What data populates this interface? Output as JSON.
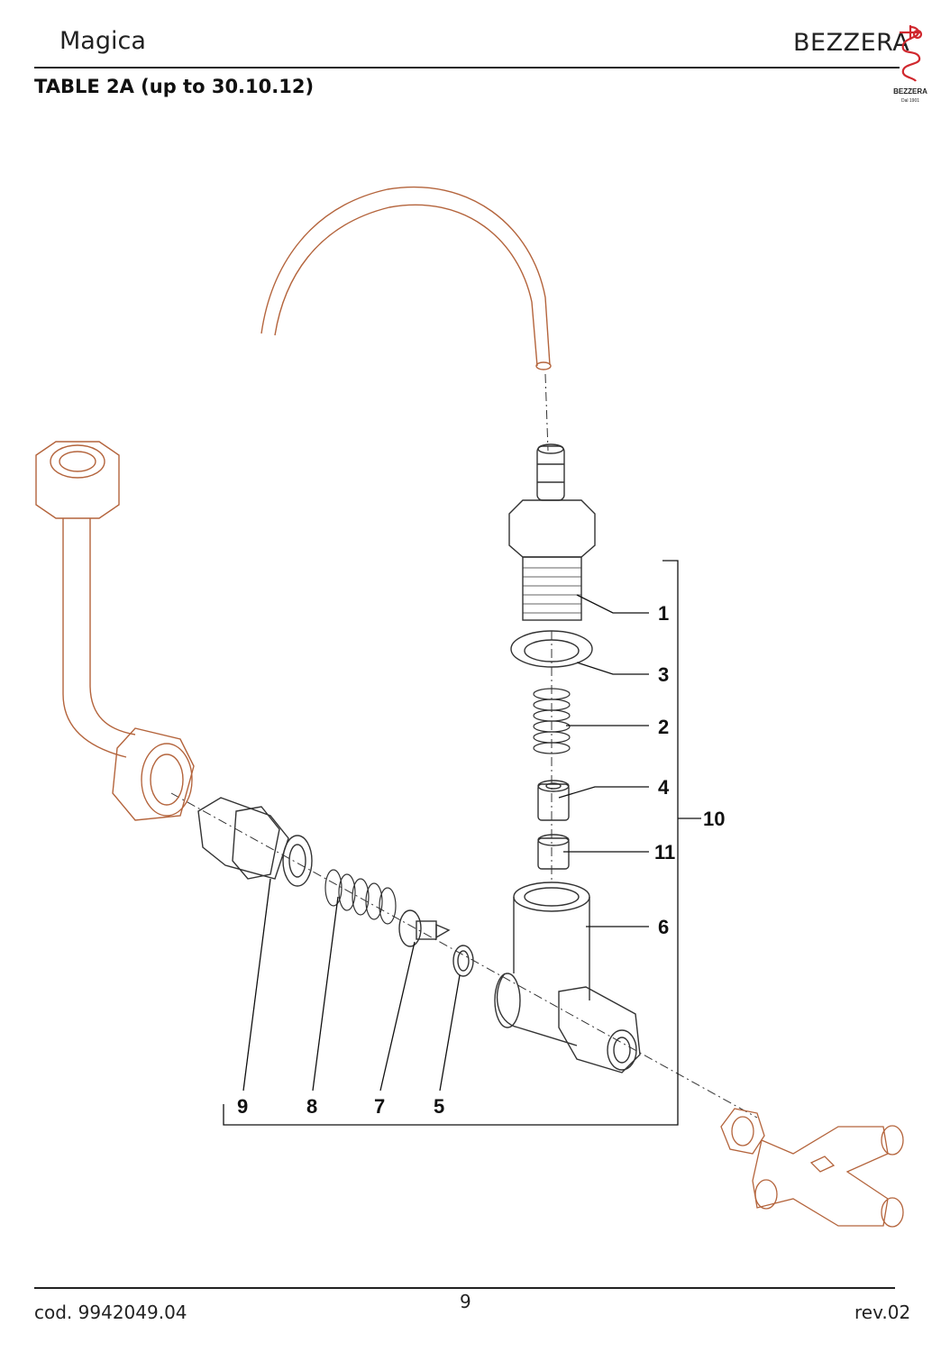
{
  "header": {
    "title": "Magica",
    "table_heading": "TABLE 2A (up to 30.10.12)",
    "brand": "BEZZERA",
    "logo_text": "BEZZERA",
    "logo_tagline": "Dal 1901"
  },
  "callouts": {
    "c1": "1",
    "c2": "2",
    "c3": "3",
    "c4": "4",
    "c5": "5",
    "c6": "6",
    "c7": "7",
    "c8": "8",
    "c9": "9",
    "c10": "10",
    "c11": "11"
  },
  "footer": {
    "code": "cod. 9942049.04",
    "page": "9",
    "revision": "rev.02"
  },
  "colors": {
    "part_outline": "#333333",
    "external_part_outline": "#b4643c",
    "logo_red": "#d0282e"
  }
}
